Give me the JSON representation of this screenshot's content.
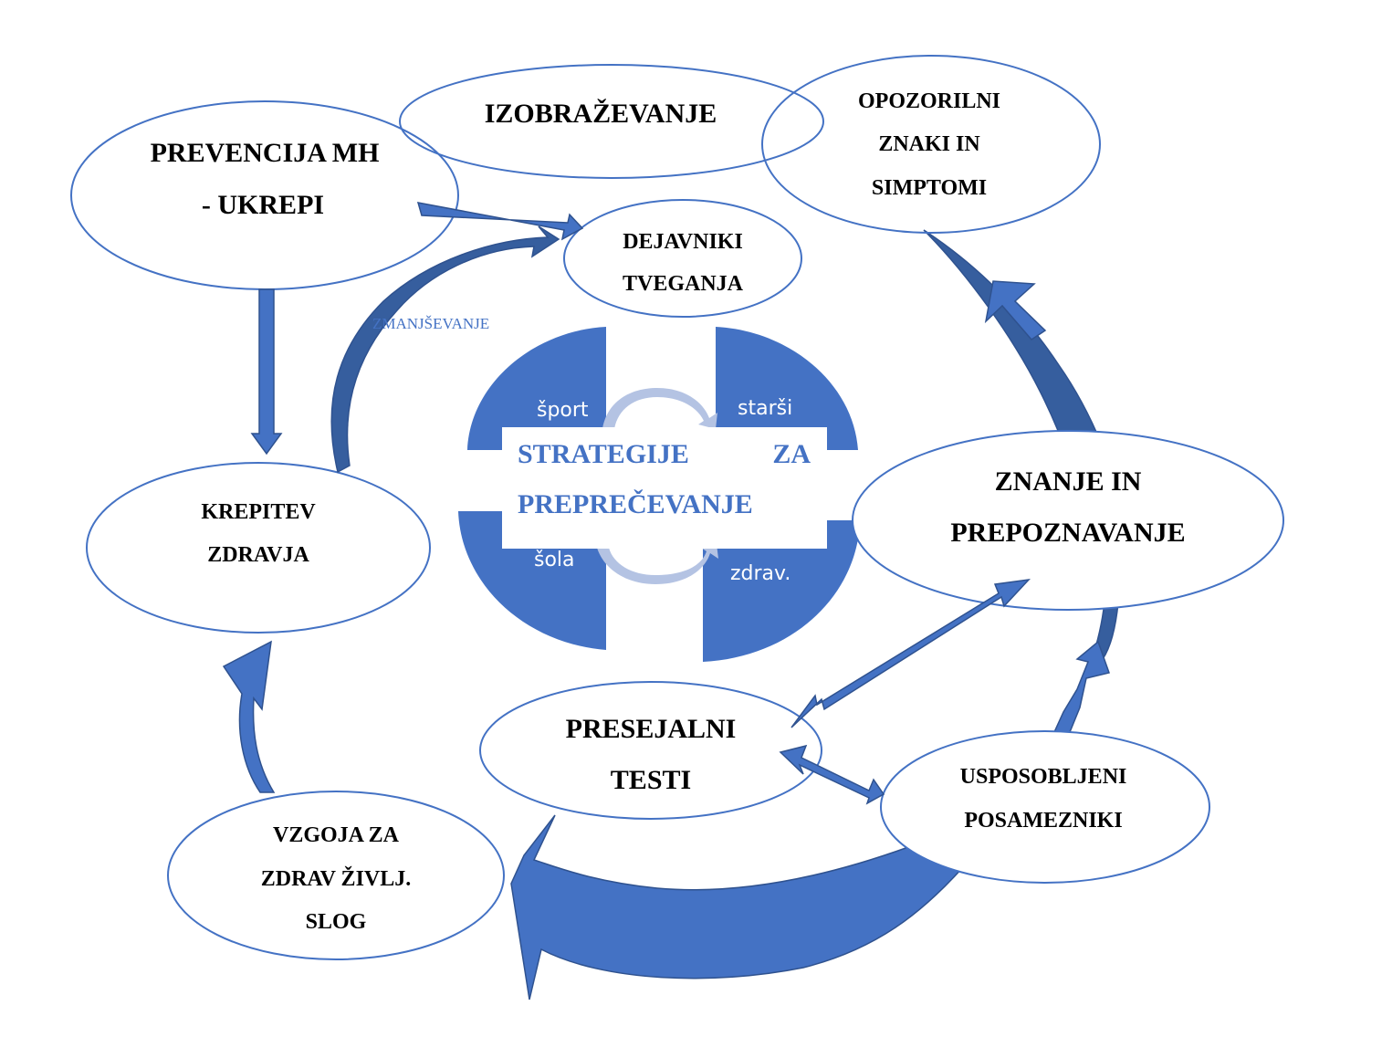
{
  "colors": {
    "accent": "#4472C4",
    "accent_dark": "#365E9E",
    "accent_light": "#B4C3E3",
    "outline": "#4472C4",
    "arrow_stroke": "#2F528F",
    "text": "#000000",
    "background": "#FFFFFF"
  },
  "center": {
    "title_line1_left": "STRATEGIJE",
    "title_line1_right": "ZA",
    "title_line2": "PREPREČEVANJE",
    "quadrants": {
      "top_left": "šport",
      "top_right": "starši",
      "bottom_left": "šola",
      "bottom_right": "zdrav."
    }
  },
  "nodes": {
    "prevencija": {
      "lines": [
        "PREVENCIJA MH",
        "- UKREPI"
      ]
    },
    "izobrazevanje": {
      "lines": [
        "IZOBRAŽEVANJE"
      ]
    },
    "opozorilni": {
      "lines": [
        "OPOZORILNI",
        "ZNAKI IN",
        "SIMPTOMI"
      ]
    },
    "dejavniki": {
      "lines": [
        "DEJAVNIKI",
        "TVEGANJA"
      ]
    },
    "krepitev": {
      "lines": [
        "KREPITEV",
        "ZDRAVJA"
      ]
    },
    "znanje": {
      "lines": [
        "ZNANJE IN",
        "PREPOZNAVANJE"
      ]
    },
    "presejalni": {
      "lines": [
        "PRESEJALNI",
        "TESTI"
      ]
    },
    "usposobljeni": {
      "lines": [
        "USPOSOBLJENI",
        "POSAMEZNIKI"
      ]
    },
    "vzgoja": {
      "lines": [
        "VZGOJA ZA",
        "ZDRAV ŽIVLJ.",
        "SLOG"
      ]
    }
  },
  "edge_labels": {
    "zmanjsevanje": "ZMANJŠEVANJE"
  },
  "edges": [
    {
      "from": "prevencija",
      "to": "dejavniki",
      "type": "straight-arrow"
    },
    {
      "from": "prevencija",
      "to": "krepitev",
      "type": "straight-arrow"
    },
    {
      "from": "krepitev",
      "to": "dejavniki",
      "type": "curved-arrow",
      "label": "ZMANJŠEVANJE"
    },
    {
      "from": "znanje",
      "to": "opozorilni",
      "type": "curved-arrow"
    },
    {
      "from": "usposobljeni",
      "to": "znanje",
      "type": "curved-arrow"
    },
    {
      "from": "presejalni",
      "to": "znanje",
      "type": "double-arrow"
    },
    {
      "from": "presejalni",
      "to": "usposobljeni",
      "type": "double-arrow"
    },
    {
      "from": "usposobljeni",
      "to": "vzgoja",
      "type": "curved-arrow"
    },
    {
      "from": "vzgoja",
      "to": "krepitev",
      "type": "curved-arrow"
    }
  ]
}
